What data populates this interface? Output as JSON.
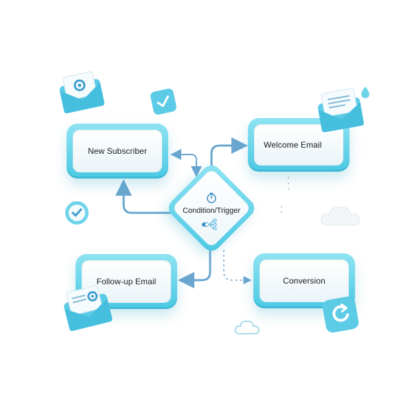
{
  "nodes": {
    "new_subscriber": "New Subscriber",
    "welcome_email": "Welcome Email",
    "condition": "Condition/Trigger",
    "follow_up": "Follow-up Email",
    "conversion": "Conversion"
  },
  "colors": {
    "accent": "#4cc9e4",
    "accent_light": "#8ee3f2",
    "connector": "#6aa6cf",
    "text": "#1a1a1a"
  },
  "icons": [
    "gear-envelope-icon",
    "checkmark-badge-icon",
    "document-envelope-icon",
    "water-drop-icon",
    "check-circle-icon",
    "cloud-icon",
    "refresh-badge-icon",
    "gear-document-envelope-icon",
    "stopwatch-icon",
    "toggle-branch-icon"
  ]
}
